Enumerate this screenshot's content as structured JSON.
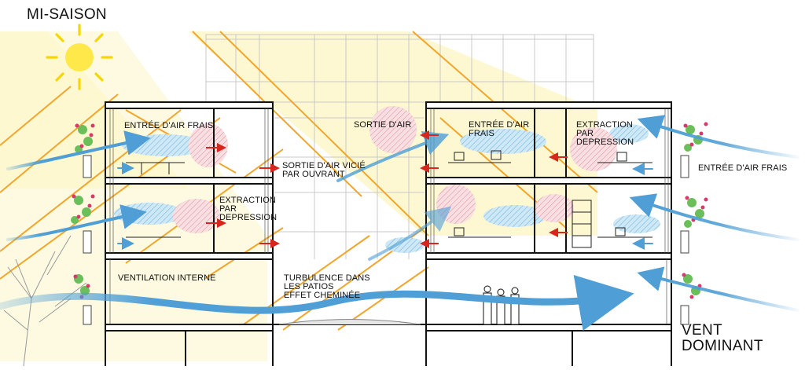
{
  "title": "MI-SAISON",
  "labels": {
    "entree_air_frais_top_left": "ENTRÉE D'AIR  FRAIS",
    "sortie_air": "SORTIE D'AIR",
    "entree_air_frais_top_right": "ENTRÉE D'AIR\nFRAIS",
    "extraction_top_right": "EXTRACTION\nPAR\nDEPRESSION",
    "sortie_air_vicie": "SORTIE D'AIR VICIÉ\nPAR OUVRANT",
    "extraction_mid_left": "EXTRACTION\nPAR\nDEPRESSION",
    "entree_air_frais_right": "ENTRÉE D'AIR  FRAIS",
    "ventilation_interne": "VENTILATION INTERNE",
    "turbulence": "TURBULENCE DANS\nLES PATIOS\nEFFET CHEMINÉE",
    "vent_dominant": "VENT\nDOMINANT"
  },
  "colors": {
    "sun": "#ffe94a",
    "sun_rays": "#f7d600",
    "sun_light": "#fbf3b4",
    "orange_rays": "#f2a52b",
    "air_flow": "#4f9fd6",
    "cool_zone": "#9fd0ec",
    "warm_zone": "#e9a0a8",
    "red_arrow": "#d7261e",
    "structure": "#111111",
    "ghost_building": "#c8c8c8"
  }
}
